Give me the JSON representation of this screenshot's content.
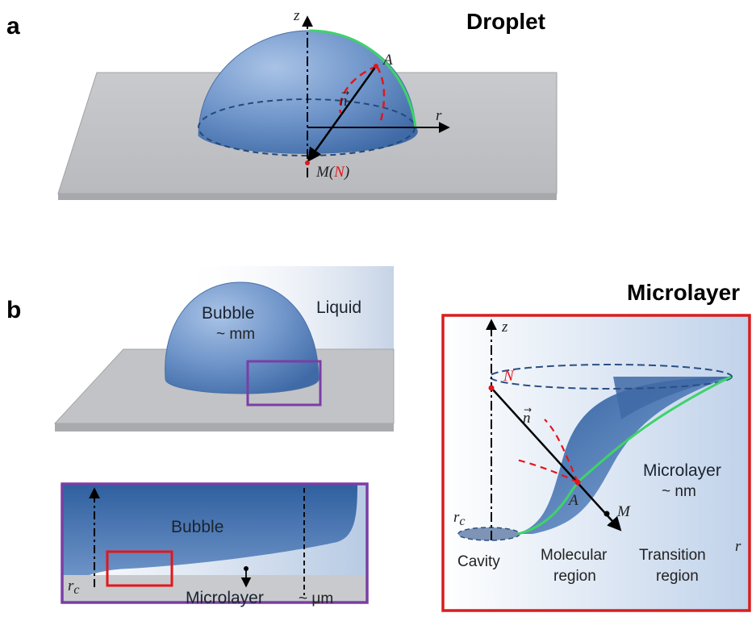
{
  "panel_a": {
    "letter": "a",
    "title": "Droplet",
    "axis_z": "z",
    "axis_r": "r",
    "point_A": "A",
    "normal": "n",
    "point_M": "M(",
    "point_N": "N",
    "close_paren": ")"
  },
  "panel_b": {
    "letter": "b",
    "bubble_view": {
      "bubble": "Bubble",
      "bubble_scale": "~ mm",
      "liquid": "Liquid"
    },
    "zoom_view": {
      "bubble": "Bubble",
      "r_c": "r",
      "r_c_sub": "c",
      "microlayer": "Microlayer",
      "microlayer_scale": "~ μm"
    },
    "microlayer_view": {
      "title": "Microlayer",
      "axis_z": "z",
      "axis_r": "r",
      "point_N": "N",
      "normal": "n",
      "point_A": "A",
      "point_M": "M",
      "r_c": "r",
      "r_c_sub": "c",
      "microlayer": "Microlayer",
      "microlayer_scale": "~ nm",
      "cavity": "Cavity",
      "molecular_1": "Molecular",
      "molecular_2": "region",
      "transition_1": "Transition",
      "transition_2": "region"
    }
  },
  "colors": {
    "liquid_blue": "#6a93c8",
    "interface_green": "#3fd26a",
    "highlight_red": "#e3161b",
    "frame_purple": "#7a3ea6",
    "frame_red": "#d81e1e",
    "substrate_gray": "#c8c9cd"
  }
}
